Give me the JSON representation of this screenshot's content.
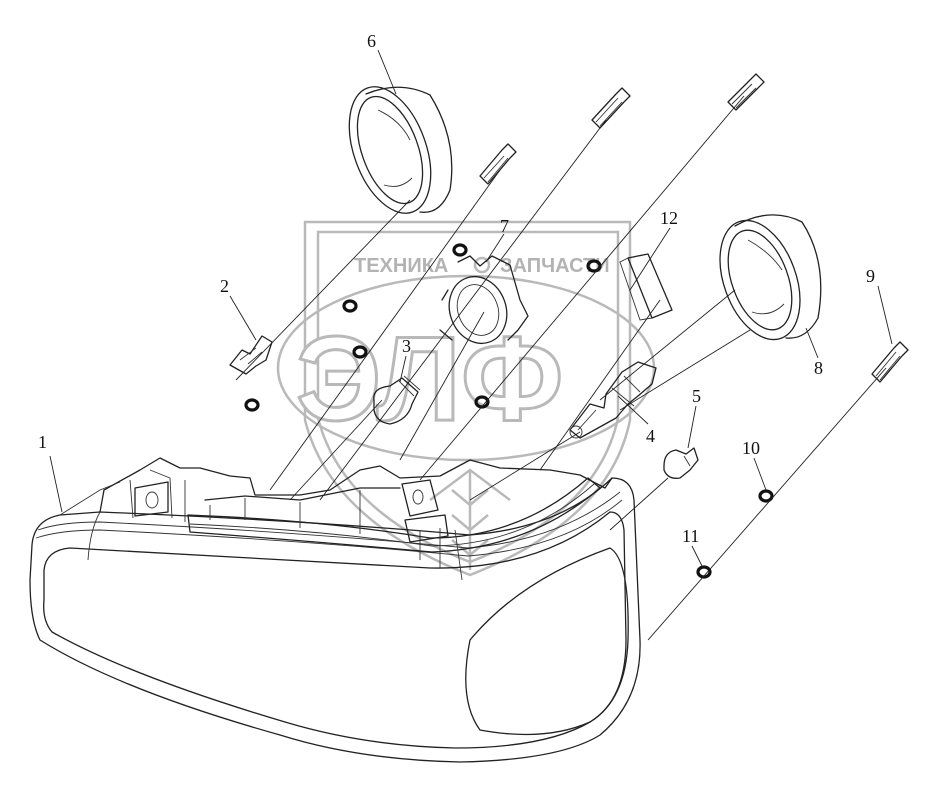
{
  "callouts": [
    {
      "id": "1",
      "label": "1"
    },
    {
      "id": "2",
      "label": "2"
    },
    {
      "id": "3",
      "label": "3"
    },
    {
      "id": "4",
      "label": "4"
    },
    {
      "id": "5",
      "label": "5"
    },
    {
      "id": "6",
      "label": "6"
    },
    {
      "id": "7",
      "label": "7"
    },
    {
      "id": "8",
      "label": "8"
    },
    {
      "id": "9",
      "label": "9"
    },
    {
      "id": "10",
      "label": "10"
    },
    {
      "id": "11",
      "label": "11"
    },
    {
      "id": "12",
      "label": "12"
    }
  ],
  "watermark": {
    "left_text": "ТЕХНИКА",
    "right_text": "ЗАПЧАСТИ",
    "logo_text": "ЭЛФ"
  }
}
